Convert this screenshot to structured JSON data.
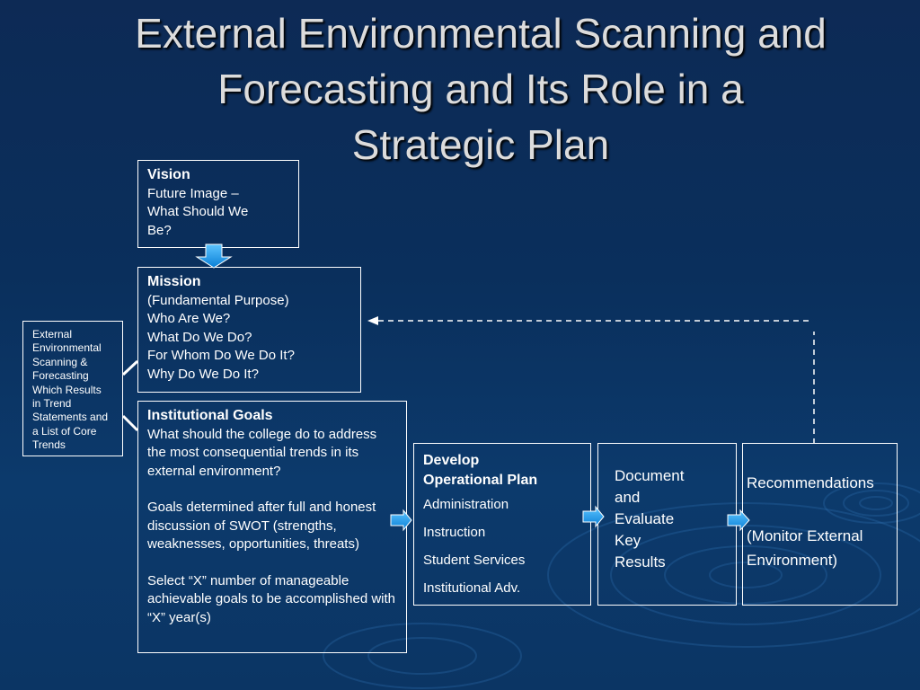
{
  "slide": {
    "title_lines": [
      "External Environmental Scanning and",
      "Forecasting and Its Role in a",
      "Strategic Plan"
    ]
  },
  "vision": {
    "heading": "Vision",
    "lines": [
      "Future Image –",
      "What Should We",
      "Be?"
    ]
  },
  "mission": {
    "heading": "Mission",
    "lines": [
      "(Fundamental Purpose)",
      "Who Are We?",
      "What Do We Do?",
      "For Whom Do We Do It?",
      "Why Do We Do It?"
    ]
  },
  "external_scanning": {
    "lines": [
      "External",
      "Environmental",
      "Scanning &",
      "Forecasting",
      "Which Results",
      "in Trend",
      "Statements and",
      "a List of Core",
      "Trends"
    ]
  },
  "goals": {
    "heading": "Institutional Goals",
    "paragraph1": "What should the college do to address the most consequential trends in its external environment?",
    "paragraph2": "Goals determined after full and honest discussion of SWOT (strengths, weaknesses, opportunities, threats)",
    "paragraph3": "Select “X” number of manageable achievable goals to be accomplished with “X” year(s)"
  },
  "develop": {
    "heading_line1": "Develop",
    "heading_line2": "Operational Plan",
    "items": [
      "Administration",
      "Instruction",
      "Student Services",
      "Institutional Adv."
    ]
  },
  "evaluate": {
    "lines": [
      "Document",
      "and",
      "Evaluate",
      "Key",
      "Results"
    ]
  },
  "recommendations": {
    "line1": "Recommendations",
    "line2": "(Monitor External",
    "line3": "Environment)"
  },
  "colors": {
    "background": "#0b2f5e",
    "arrow_fill": "#1e9bf0",
    "box_border": "#ffffff",
    "title_text": "#dcdcdc"
  }
}
